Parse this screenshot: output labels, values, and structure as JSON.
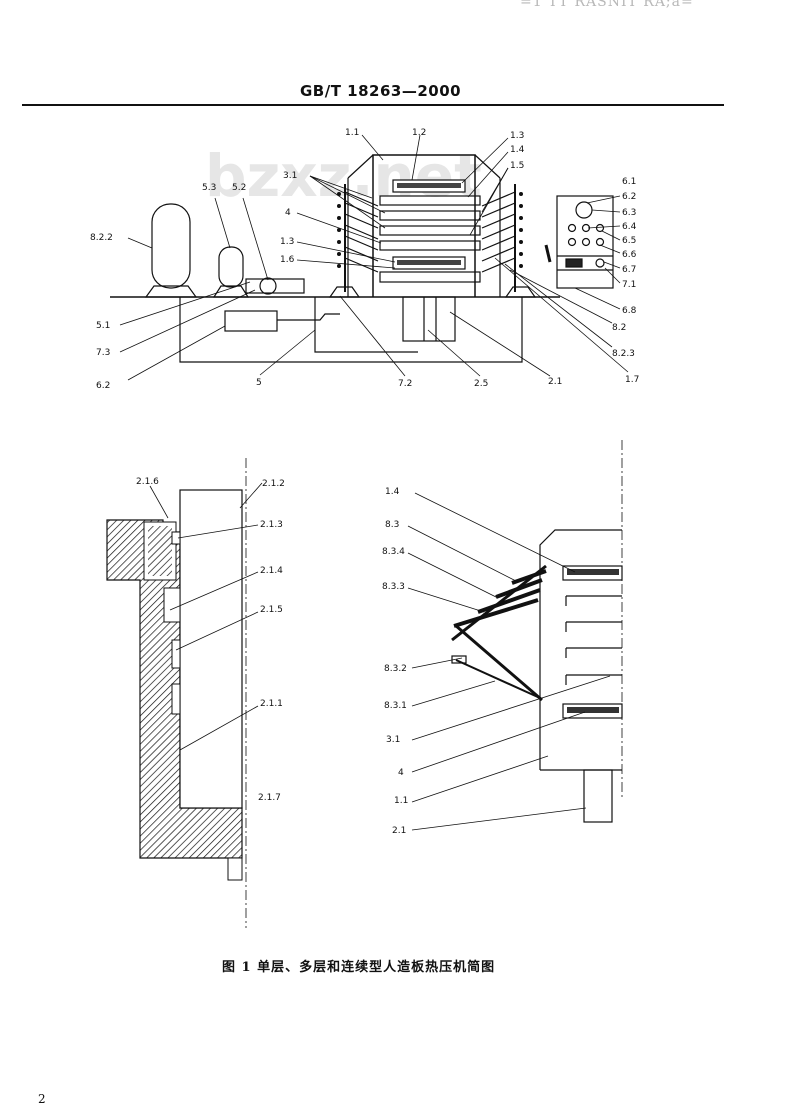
{
  "header": {
    "ghost_text": "=1 TT RASNIT RA;a=",
    "standard_code": "GB/T 18263—2000"
  },
  "watermark": "bzxz.net",
  "top_figure_labels": {
    "l_1_1": "1.1",
    "l_1_2": "1.2",
    "l_1_3a": "1.3",
    "l_1_4a": "1.4",
    "l_1_5a": "1.5",
    "l_3_1": "3.1",
    "l_4": "4",
    "l_1_3b": "1.3",
    "l_1_6": "1.6",
    "l_5_3": "5.3",
    "l_5_2": "5.2",
    "l_8_2_2": "8.2.2",
    "l_5_1": "5.1",
    "l_7_3": "7.3",
    "l_6_2": "6.2",
    "l_5": "5",
    "l_7_2": "7.2",
    "l_2_5": "2.5",
    "l_2_1": "2.1",
    "l_1_7": "1.7",
    "l_8_2_3": "8.2.3",
    "l_8_2": "8.2",
    "l_6_8": "6.8",
    "l_7_1": "7.1",
    "l_6_7": "6.7",
    "l_6_6": "6.6",
    "l_6_5": "6.5",
    "l_6_4": "6.4",
    "l_6_3": "6.3",
    "l_6_2b": "6.2",
    "l_6_1": "6.1"
  },
  "left_detail_labels": {
    "l_2_1_6": "2.1.6",
    "l_2_1_2": "2.1.2",
    "l_2_1_3": "2.1.3",
    "l_2_1_4": "2.1.4",
    "l_2_1_5": "2.1.5",
    "l_2_1_1": "2.1.1",
    "l_2_1_7": "2.1.7"
  },
  "right_detail_labels": {
    "l_1_4": "1.4",
    "l_8_3": "8.3",
    "l_8_3_4": "8.3.4",
    "l_8_3_3": "8.3.3",
    "l_8_3_2": "8.3.2",
    "l_8_3_1": "8.3.1",
    "l_3_1": "3.1",
    "l_4": "4",
    "l_1_1": "1.1",
    "l_2_1": "2.1"
  },
  "caption": "图 1  单层、多层和连续型人造板热压机简图",
  "page_number": "2"
}
